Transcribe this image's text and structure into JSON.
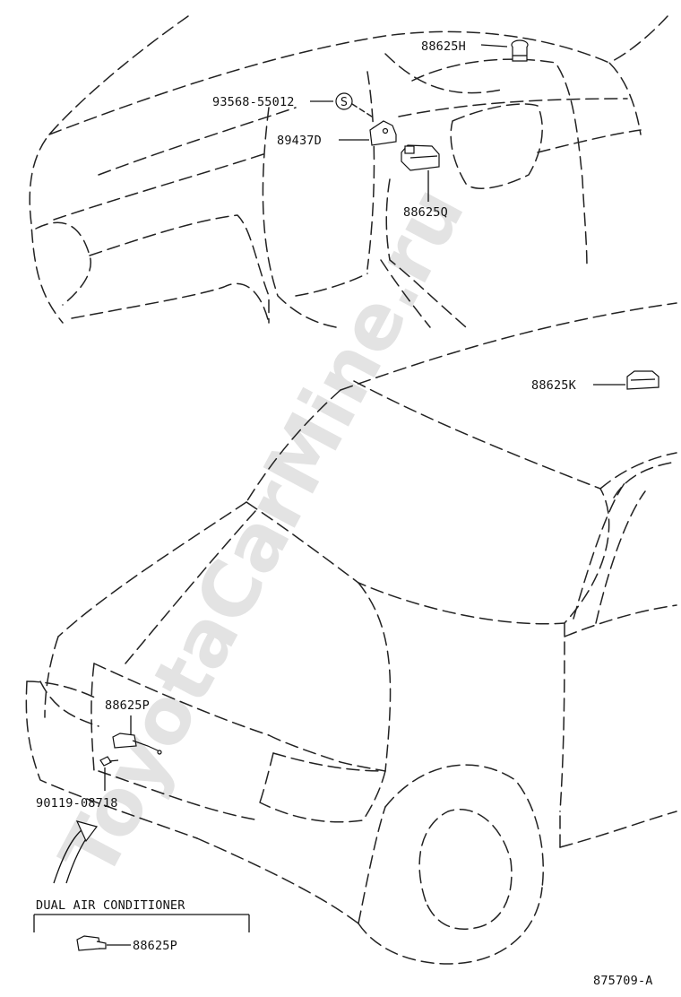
{
  "watermark": "ToyotaCarMine.ru",
  "callouts": {
    "p88625H": "88625H",
    "p93568": "93568-55012",
    "symbolS": "S",
    "p89437D": "89437D",
    "p88625Q": "88625Q",
    "p88625K": "88625K",
    "p88625P": "88625P",
    "p90119": "90119-08718"
  },
  "dual_air": {
    "title": "DUAL AIR CONDITIONER",
    "part": "88625P"
  },
  "figure_code": "875709-A"
}
